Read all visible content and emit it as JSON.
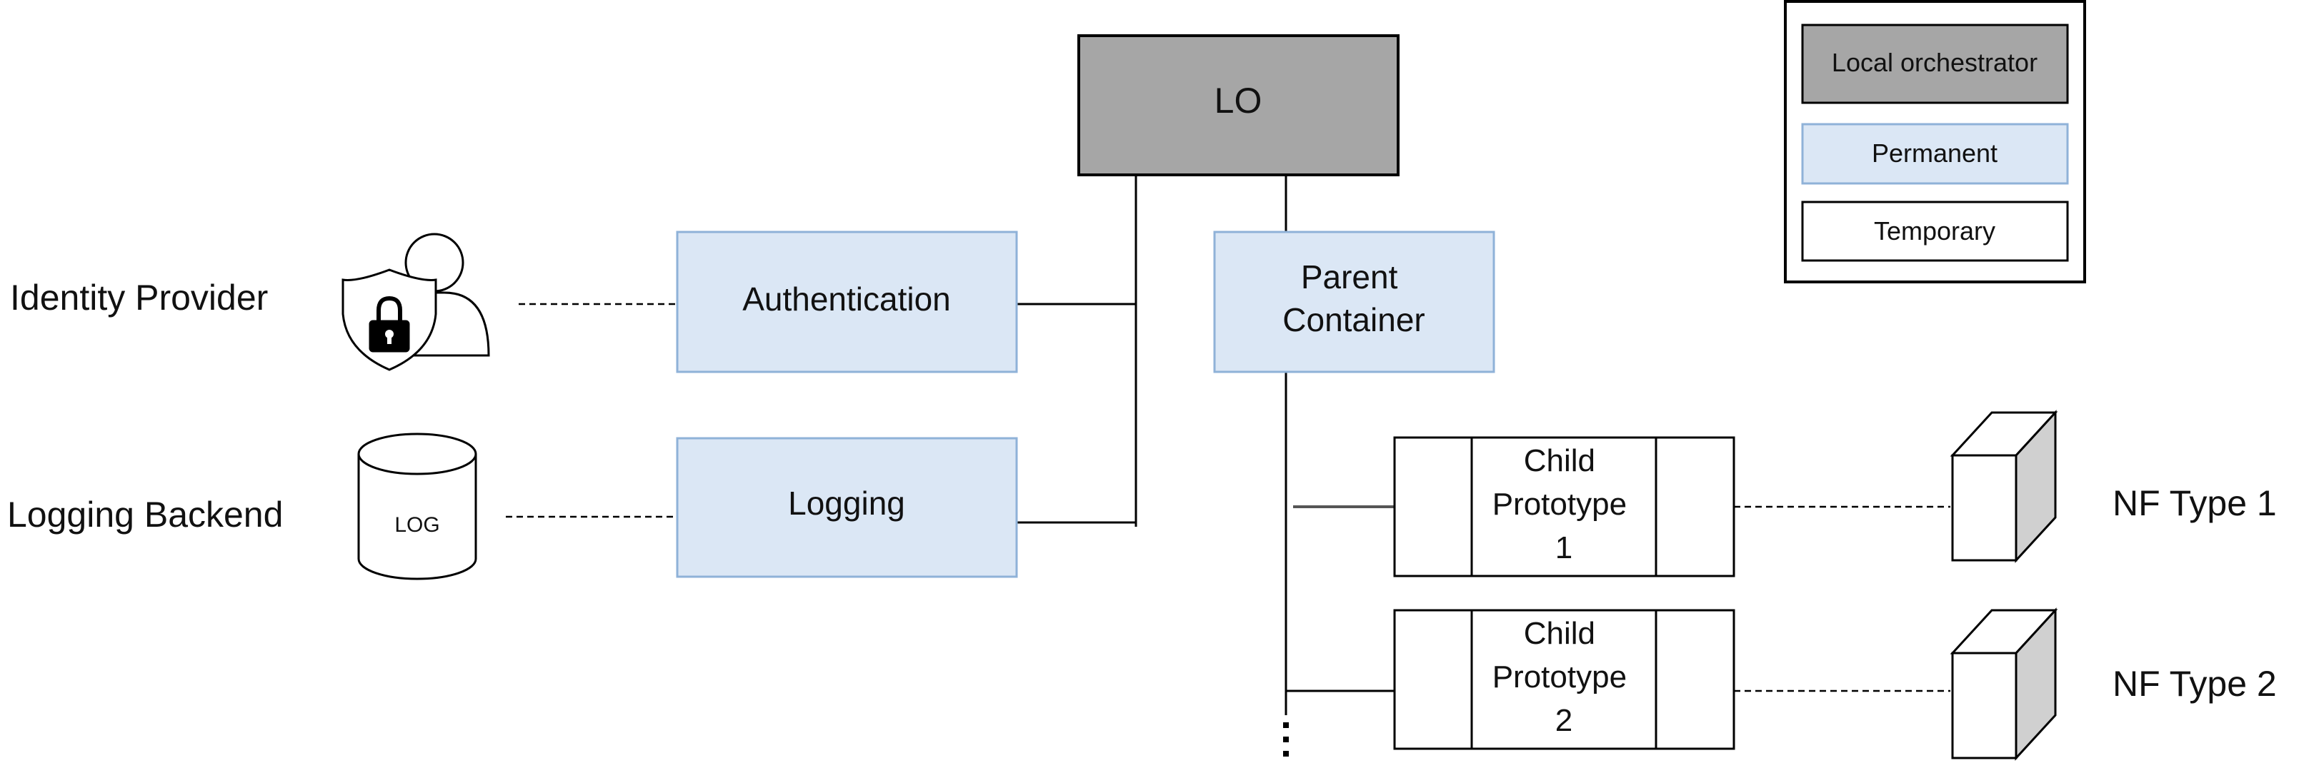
{
  "nodes": {
    "lo": "LO",
    "authentication": "Authentication",
    "logging": "Logging",
    "parent_container": [
      "Parent",
      "Container"
    ],
    "child_prototype_1": [
      "Child",
      "Prototype",
      "1"
    ],
    "child_prototype_2": [
      "Child",
      "Prototype",
      "2"
    ]
  },
  "external": {
    "identity_provider": "Identity Provider",
    "logging_backend": "Logging Backend",
    "log_icon_text": "LOG",
    "nf_type_1": "NF Type 1",
    "nf_type_2": "NF Type 2"
  },
  "legend": {
    "local_orchestrator": "Local orchestrator",
    "permanent": "Permanent",
    "temporary": "Temporary"
  },
  "colors": {
    "local_orchestrator_fill": "#a6a6a6",
    "permanent_fill": "#dbe7f5",
    "permanent_stroke": "#8fb2d8",
    "temporary_fill": "#ffffff",
    "line": "#000000"
  },
  "icons": {
    "identity_provider": "user-shield-lock-icon",
    "logging_backend": "database-cylinder-icon",
    "nf": "cube-icon"
  }
}
